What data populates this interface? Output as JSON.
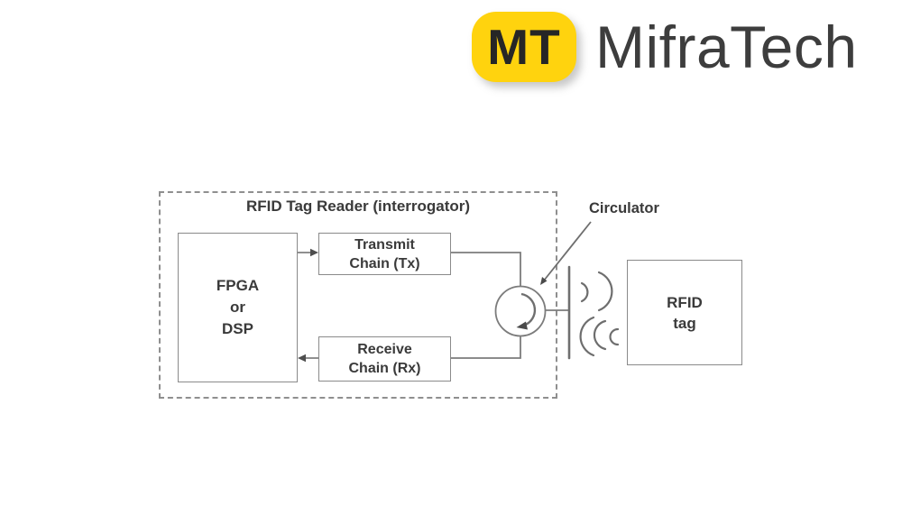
{
  "logo": {
    "badge_text": "MT",
    "brand_name": "MifraTech",
    "badge_color": "#ffd30e",
    "badge_text_color": "#262626",
    "brand_text_color": "#3d3d3d"
  },
  "diagram": {
    "reader_box_title": "RFID Tag Reader (interrogator)",
    "blocks": {
      "fpga": {
        "lines": [
          "FPGA",
          "or",
          "DSP"
        ]
      },
      "transmit": {
        "lines": [
          "Transmit",
          "Chain (Tx)"
        ]
      },
      "receive": {
        "lines": [
          "Receive",
          "Chain (Rx)"
        ]
      },
      "rfid_tag": {
        "lines": [
          "RFID",
          "tag"
        ]
      }
    },
    "circulator_label": "Circulator",
    "colors": {
      "wire": "#7c7c7c",
      "box_border": "#8a8a8a",
      "text": "#3a3a3a",
      "background": "#ffffff"
    }
  }
}
